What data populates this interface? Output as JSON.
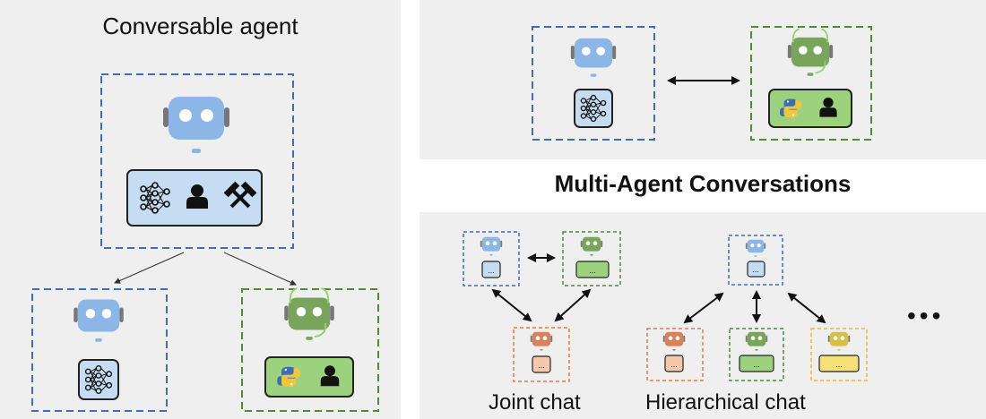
{
  "left_panel": {
    "title": "Conversable agent"
  },
  "middle": {
    "title": "Multi-Agent Conversations"
  },
  "captions": {
    "joint": "Joint chat",
    "hierarchical": "Hierarchical chat"
  },
  "ellipsis": "...",
  "more_marker": "•••",
  "colors": {
    "blue": "#8bb6e6",
    "blue_dash": "#3d6db5",
    "green": "#78a45c",
    "green_dash": "#4e8c3a",
    "orange": "#d8815a",
    "orange_dash": "#e07a46",
    "yellow": "#d8c046",
    "yellow_dash": "#e6b935",
    "panel_bg": "#efefef"
  },
  "icons": [
    "robot-icon",
    "neural-network-icon",
    "person-icon",
    "tools-icon",
    "python-logo-icon"
  ]
}
